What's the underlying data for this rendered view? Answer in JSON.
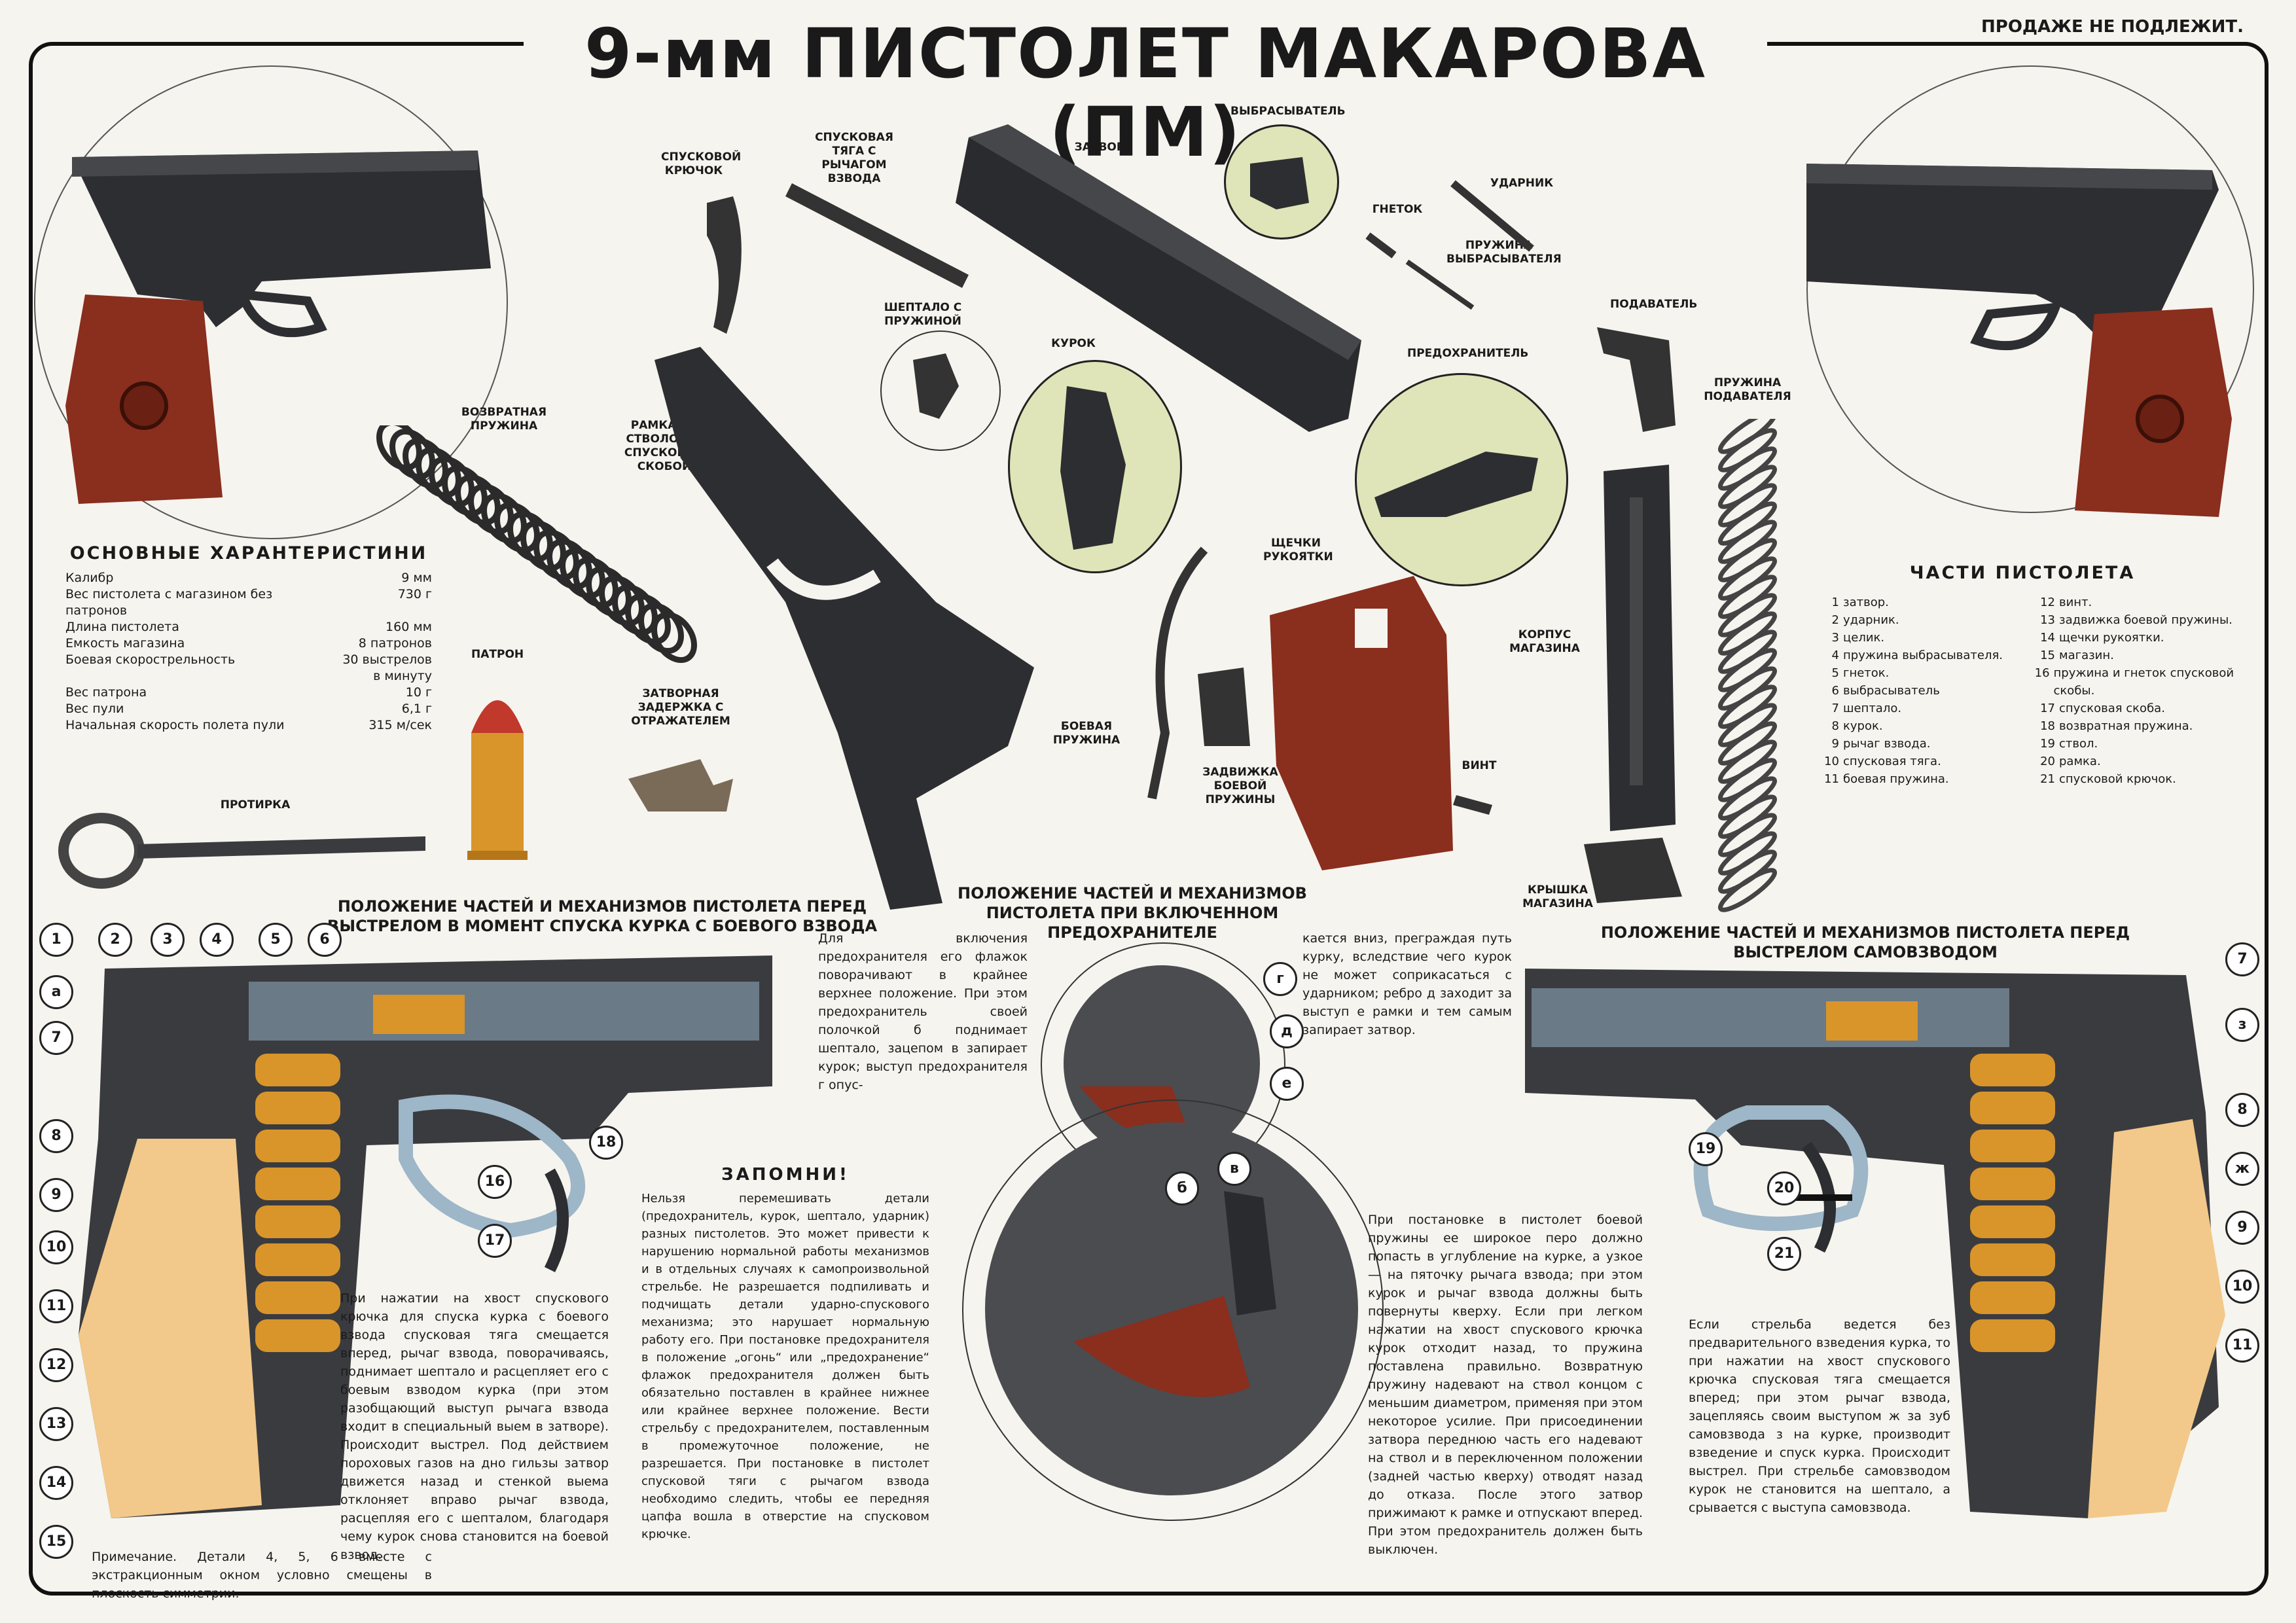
{
  "title": "9-мм ПИСТОЛЕТ МАКАРОВА (ПМ)",
  "top_note": "ПРОДАЖЕ НЕ ПОДЛЕЖИТ.",
  "colors": {
    "frame": "#111111",
    "grip": "#8a2e1e",
    "steel": "#2a2b2e",
    "circle_fill": "#dfe5b8",
    "cartridge": "#d9952a",
    "highlight": "#f2c98a"
  },
  "specs": {
    "title": "ОСНОВНЫЕ ХАРАНТЕРИСТИНИ",
    "rows": [
      {
        "name": "Калибр",
        "value": "9 мм"
      },
      {
        "name": "Вес пистолета с магазином без патронов",
        "value": "730 г"
      },
      {
        "name": "Длина пистолета",
        "value": "160 мм"
      },
      {
        "name": "Емкость магазина",
        "value": "8 патронов"
      },
      {
        "name": "Боевая скорострельность",
        "value": "30 выстрелов в минуту"
      },
      {
        "name": "Вес патрона",
        "value": "10 г"
      },
      {
        "name": "Вес пули",
        "value": "6,1 г"
      },
      {
        "name": "Начальная скорость полета пули",
        "value": "315 м/сек"
      }
    ]
  },
  "labels": {
    "trigger": "СПУСКОВОЙ КРЮЧОК",
    "trigger_bar": "СПУСКОВАЯ ТЯГА С РЫЧАГОМ ВЗВОДА",
    "slide": "ЗАТВОР",
    "extractor": "ВЫБРАСЫВАТЕЛЬ",
    "socket": "ГНЕТОК",
    "firing_pin": "УДАРНИК",
    "extractor_spring": "ПРУЖИНА ВЫБРАСЫВАТЕЛЯ",
    "sear": "ШЕПТАЛО С ПРУЖИНОЙ",
    "hammer": "КУРОК",
    "safety": "ПРЕДОХРАНИТЕЛЬ",
    "follower": "ПОДАВАТЕЛЬ",
    "recoil_spring": "ВОЗВРАТНАЯ ПРУЖИНА",
    "frame_barrel": "РАМКА СО СТВОЛОМ И СПУСКОВОЙ СКОБОЙ",
    "grips": "ЩЕЧКИ РУКОЯТКИ",
    "follower_spring": "ПРУЖИНА ПОДАВАТЕЛЯ",
    "cartridge": "ПАТРОН",
    "slide_stop": "ЗАТВОРНАЯ ЗАДЕРЖКА С ОТРАЖАТЕЛЕМ",
    "mainspring": "БОЕВАЯ ПРУЖИНА",
    "mag_body": "КОРПУС МАГАЗИНА",
    "mainspring_latch": "ЗАДВИЖКА БОЕВОЙ ПРУЖИНЫ",
    "screw": "ВИНТ",
    "cleaning_rod": "ПРОТИРКА",
    "mag_floor": "КРЫШКА МАГАЗИНА"
  },
  "parts": {
    "title": "ЧАСТИ ПИСТОЛЕТА",
    "left": [
      {
        "n": "1",
        "t": "затвор."
      },
      {
        "n": "2",
        "t": "ударник."
      },
      {
        "n": "3",
        "t": "целик."
      },
      {
        "n": "4",
        "t": "пружина выбрасывателя."
      },
      {
        "n": "5",
        "t": "гнеток."
      },
      {
        "n": "6",
        "t": "выбрасыватель"
      },
      {
        "n": "7",
        "t": "шептало."
      },
      {
        "n": "8",
        "t": "курок."
      },
      {
        "n": "9",
        "t": "рычаг взвода."
      },
      {
        "n": "10",
        "t": "спусковая тяга."
      },
      {
        "n": "11",
        "t": "боевая пружина."
      }
    ],
    "right": [
      {
        "n": "12",
        "t": "винт."
      },
      {
        "n": "13",
        "t": "задвижка боевой пружины."
      },
      {
        "n": "14",
        "t": "щечки рукоятки."
      },
      {
        "n": "15",
        "t": "магазин."
      },
      {
        "n": "16",
        "t": "пружина и гнеток спусковой скобы."
      },
      {
        "n": "17",
        "t": "спусковая скоба."
      },
      {
        "n": "18",
        "t": "возвратная пружина."
      },
      {
        "n": "19",
        "t": "ствол."
      },
      {
        "n": "20",
        "t": "рамка."
      },
      {
        "n": "21",
        "t": "спусковой крючок."
      }
    ]
  },
  "sections": {
    "left": "ПОЛОЖЕНИЕ ЧАСТЕЙ И МЕХАНИЗМОВ ПИСТОЛЕТА ПЕРЕД ВЫСТРЕЛОМ В МОМЕНТ СПУСКА КУРКА С БОЕВОГО ВЗВОДА",
    "center": "ПОЛОЖЕНИЕ ЧАСТЕЙ И МЕХАНИЗМОВ ПИСТОЛЕТА ПРИ ВКЛЮЧЕННОМ ПРЕДОХРАНИТЕЛЕ",
    "right": "ПОЛОЖЕНИЕ ЧАСТЕЙ И МЕХАНИЗМОВ ПИСТОЛЕТА ПЕРЕД ВЫСТРЕЛОМ САМОВЗВОДОМ"
  },
  "texts": {
    "safety_a": "Для включения предохранителя его флажок поворачивают в крайнее верхнее положение. При этом предохранитель своей полочкой б поднимает шептало, зацепом в запирает курок; выступ предохранителя г опус-",
    "safety_b": "кается вниз, преграждая путь курку, вследствие чего курок не может соприкасаться с ударником; ребро д заходит за выступ е рамки и тем самым запирает затвор.",
    "remember_title": "ЗАПОМНИ!",
    "remember_body": "Нельзя перемешивать детали (предохранитель, курок, шептало, ударник) разных пистолетов. Это может привести к нарушению нормальной работы механизмов и в отдельных случаях к самопроизвольной стрельбе. Не разрешается подпиливать и подчищать детали ударно-спускового механизма; это нарушает нормальную работу его. При постановке предохранителя в положение „огонь“ или „предохранение“ флажок предохранителя должен быть обязательно поставлен в крайнее нижнее или крайнее верхнее положение. Вести стрельбу с предохранителем, поставленным в промежуточное положение, не разрешается. При постановке в пистолет спусковой тяги с рычагом взвода необходимо следить, чтобы ее передняя цапфа вошла в отверстие на спусковом крючке.",
    "left_body": "При нажатии на хвост спускового крючка для спуска курка с боевого взвода спусковая тяга смещается вперед, рычаг взвода, поворачиваясь, поднимает шептало и расцепляет его с боевым взводом курка (при этом разобщающий выступ рычага взвода входит в специальный выем в затворе). Происходит выстрел. Под действием пороховых газов на дно гильзы затвор движется назад и стенкой выема отклоняет вправо рычаг взвода, расцепляя его с шепталом, благодаря чему курок снова становится на боевой взвод.",
    "note": "Примечание. Детали 4, 5, 6 вместе с экстракционным окном условно смещены в плоскость симметрии.",
    "mainspring_body": "При постановке в пистолет боевой пружины ее широкое перо должно попасть в углубление на курке, а узкое — на пяточку рычага взвода; при этом курок и рычаг взвода должны быть повернуты кверху. Если при легком нажатии на хвост спускового крючка курок отходит назад, то пружина поставлена правильно. Возвратную пружину надевают на ствол концом с меньшим диаметром, применяя при этом некоторое усилие. При присоединении затвора переднюю часть его надевают на ствол и в переключенном положении (задней частью кверху) отводят назад до отказа. После этого затвор прижимают к рамке и отпускают вперед. При этом предохранитель должен быть выключен.",
    "right_body": "Если стрельба ведется без предварительного взведения курка, то при нажатии на хвост спускового крючка спусковая тяга смещается вперед; при этом рычаг взвода, зацепляясь своим выступом ж за зуб самовзвода з на курке, производит взведение и спуск курка. Происходит выстрел. При стрельбе самовзводом курок не становится на шептало, а срывается с выступа самовзвода."
  },
  "callouts_left": [
    "1",
    "2",
    "3",
    "4",
    "5",
    "6",
    "а",
    "7",
    "8",
    "9",
    "10",
    "11",
    "12",
    "13",
    "14",
    "15",
    "16",
    "17",
    "18"
  ],
  "callouts_center": [
    "г",
    "д",
    "е",
    "б",
    "в"
  ],
  "callouts_right": [
    "7",
    "з",
    "8",
    "ж",
    "9",
    "10",
    "11",
    "19",
    "20",
    "21"
  ]
}
